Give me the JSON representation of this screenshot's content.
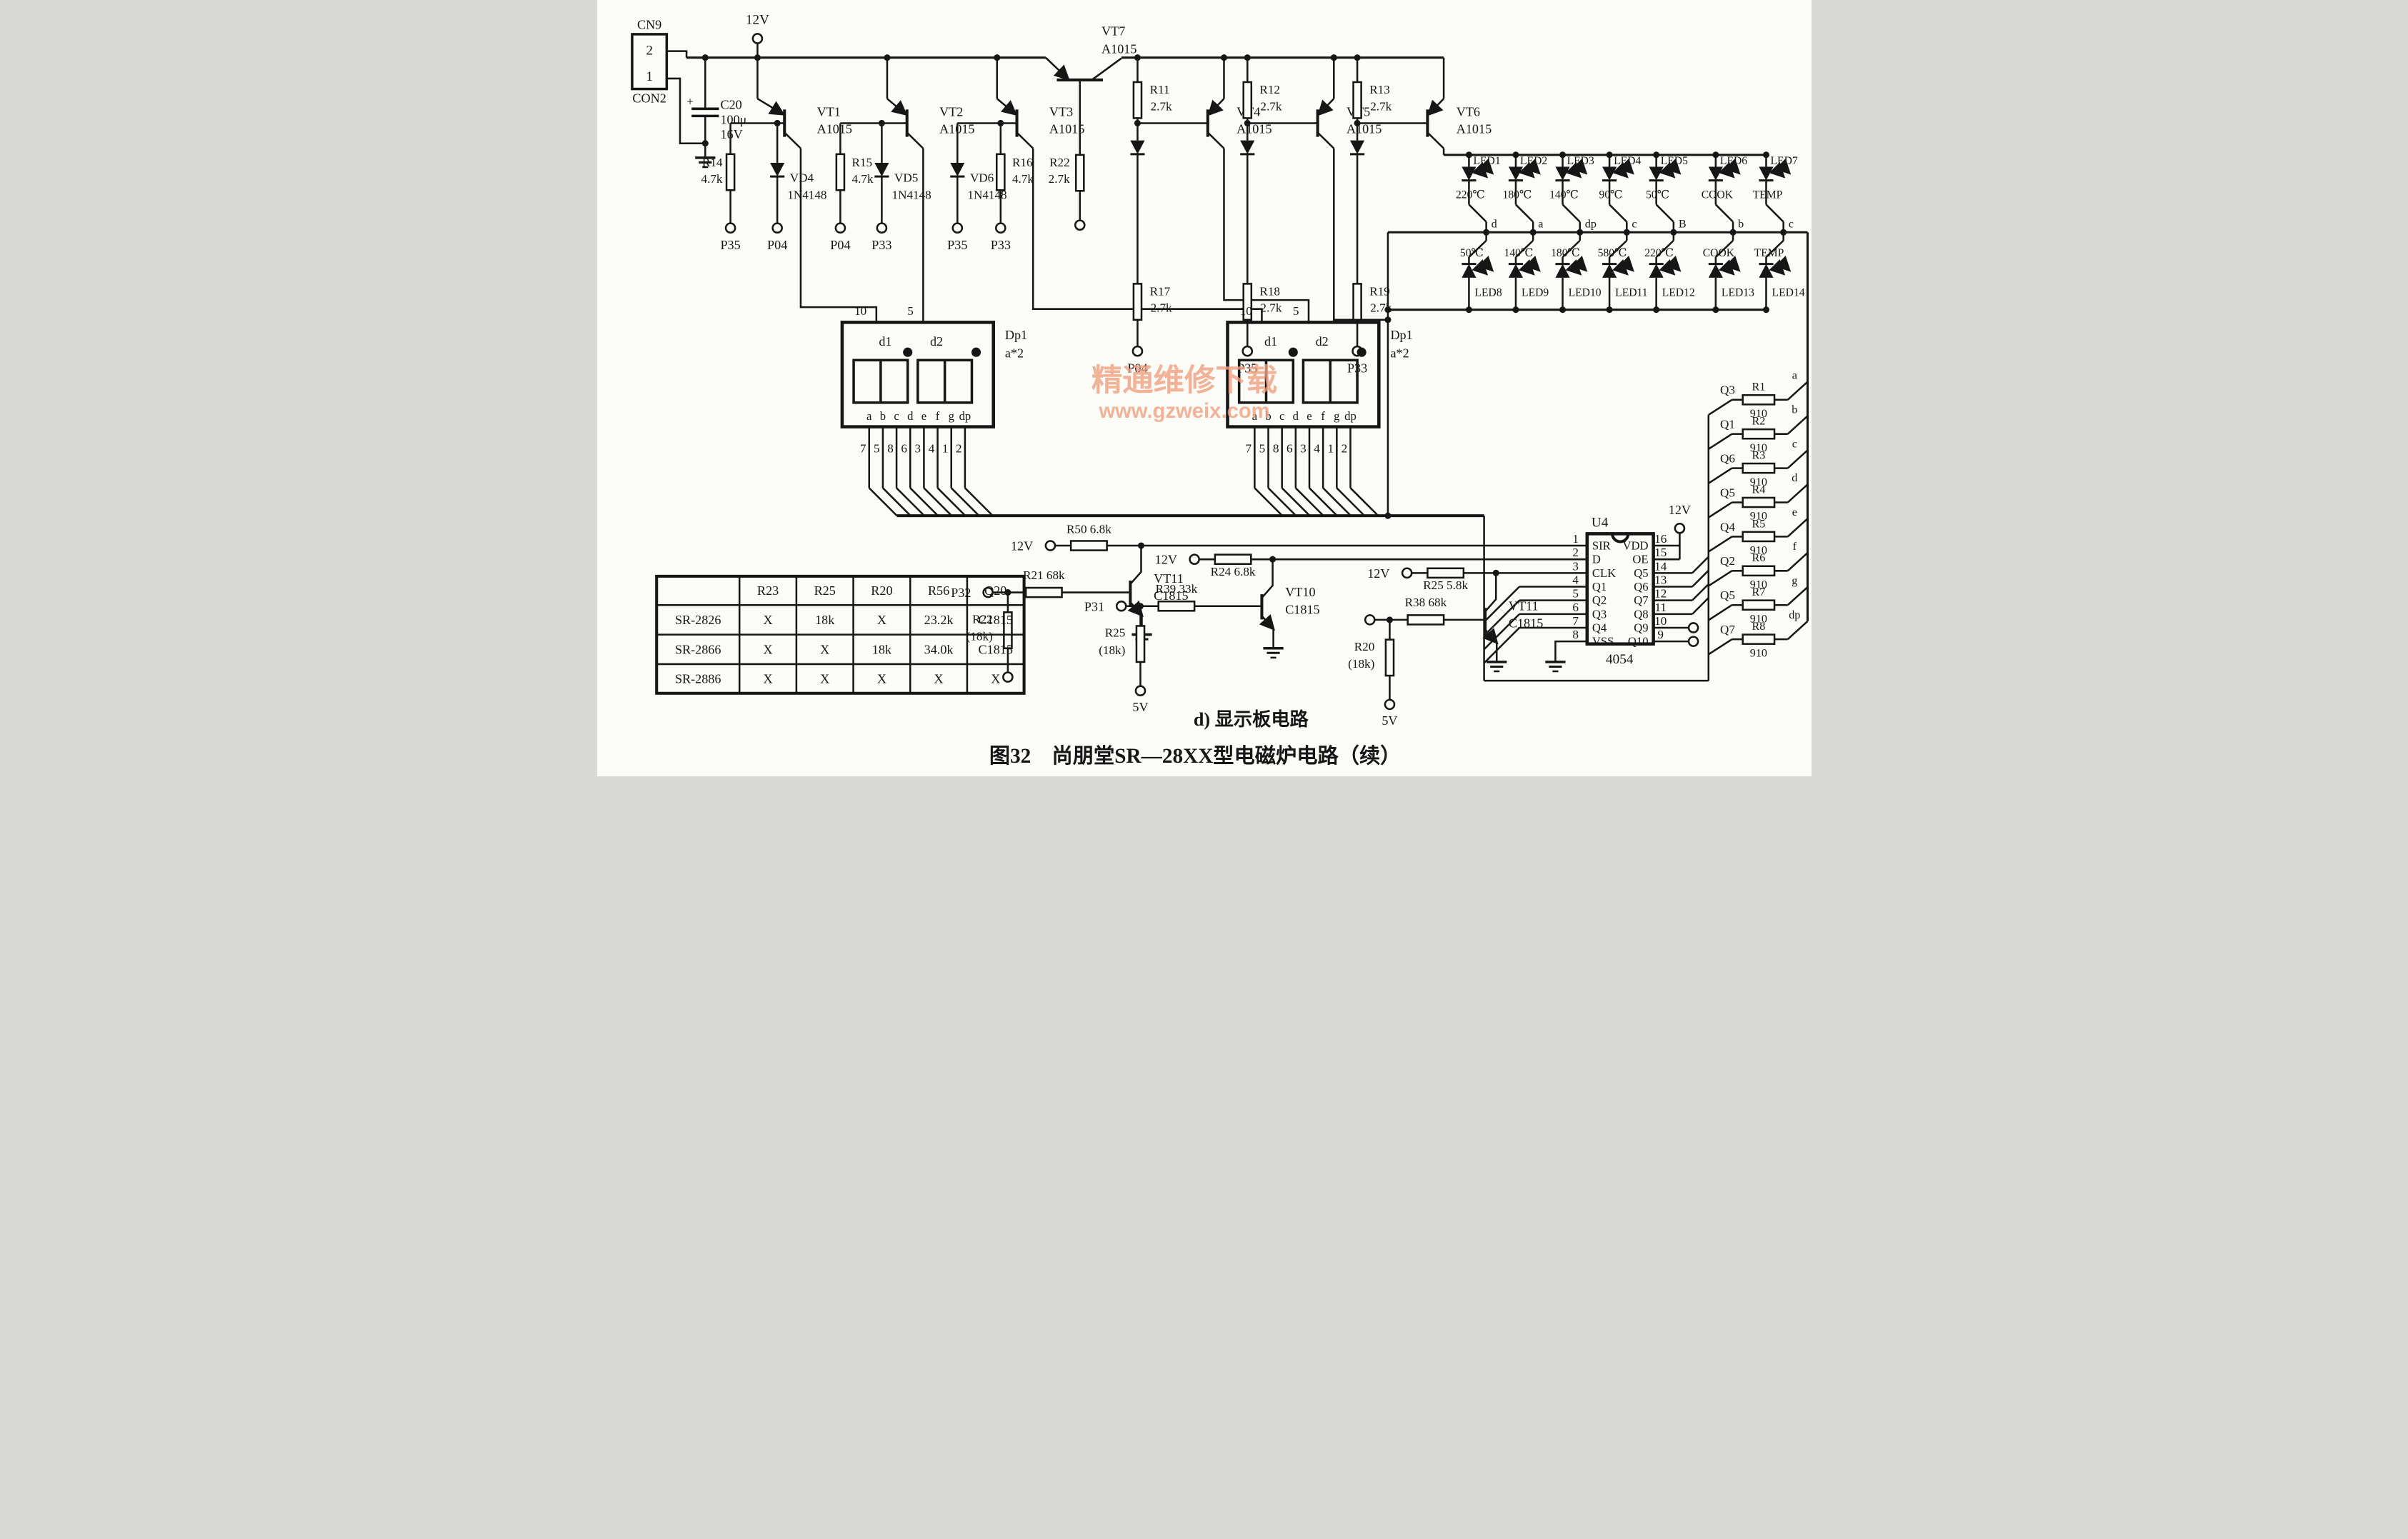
{
  "figure": {
    "section_caption": "d) 显示板电路",
    "title": "图32　尚朋堂SR—28XX型电磁炉电路（续）"
  },
  "watermark": {
    "line1": "精通维修下载",
    "line2": "www.gzweix.com"
  },
  "connector": {
    "ref": "CN9",
    "pin_top": "2",
    "pin_bottom": "1",
    "type": "CON2"
  },
  "capacitor": {
    "ref": "C20",
    "value": "100μ",
    "voltage": "16V",
    "polarity": "+"
  },
  "supplies": {
    "v12": "12V",
    "v5": "5V"
  },
  "left_drivers": [
    {
      "ref": "VT1",
      "part": "A1015",
      "items": [
        {
          "kind": "res",
          "ref": "R14",
          "val": "4.7k",
          "term": "P35",
          "side": "left"
        },
        {
          "kind": "diode",
          "ref": "VD4",
          "val": "1N4148",
          "term": "P04"
        }
      ]
    },
    {
      "ref": "VT2",
      "part": "A1015",
      "items": [
        {
          "kind": "res",
          "ref": "R15",
          "val": "4.7k",
          "term": "P04",
          "side": "right"
        },
        {
          "kind": "diode",
          "ref": "VD5",
          "val": "1N4148",
          "term": "P33"
        }
      ]
    },
    {
      "ref": "VT3",
      "part": "A1015",
      "items": [
        {
          "kind": "diode",
          "ref": "VD6",
          "val": "1N4148",
          "term": "P35"
        },
        {
          "kind": "res",
          "ref": "R16",
          "val": "4.7k",
          "term": "P33",
          "side": "right"
        }
      ]
    }
  ],
  "series_switch": {
    "ref": "VT7",
    "part": "A1015",
    "res": {
      "ref": "R22",
      "val": "2.7k"
    }
  },
  "right_drivers": [
    {
      "ref": "VT4",
      "part": "A1015",
      "top_res": {
        "ref": "R11",
        "val": "2.7k"
      },
      "bottom_res": {
        "ref": "R17",
        "val": "2.7k"
      },
      "term": "P04"
    },
    {
      "ref": "VT5",
      "part": "A1015",
      "top_res": {
        "ref": "R12",
        "val": "2.7k"
      },
      "bottom_res": {
        "ref": "R18",
        "val": "2.7k"
      },
      "term": "P35"
    },
    {
      "ref": "VT6",
      "part": "A1015",
      "top_res": {
        "ref": "R13",
        "val": "2.7k"
      },
      "bottom_res": {
        "ref": "R19",
        "val": "2.7k"
      },
      "term": "P33"
    }
  ],
  "led_bank_top": [
    {
      "ref": "LED1",
      "temp": "220℃",
      "seg": "d"
    },
    {
      "ref": "LED2",
      "temp": "180℃",
      "seg": "a"
    },
    {
      "ref": "LED3",
      "temp": "140℃",
      "seg": "dp"
    },
    {
      "ref": "LED4",
      "temp": "90℃",
      "seg": "c"
    },
    {
      "ref": "LED5",
      "temp": "50℃",
      "seg": "B"
    },
    {
      "ref": "LED6",
      "temp": "COOK",
      "seg": "b"
    },
    {
      "ref": "LED7",
      "temp": "TEMP",
      "seg": "c"
    }
  ],
  "led_bank_bottom": [
    {
      "ref": "LED8",
      "temp": "50℃"
    },
    {
      "ref": "LED9",
      "temp": "140℃"
    },
    {
      "ref": "LED10",
      "temp": "180℃"
    },
    {
      "ref": "LED11",
      "temp": "580℃"
    },
    {
      "ref": "LED12",
      "temp": "220℃"
    },
    {
      "ref": "LED13",
      "temp": "COOK"
    },
    {
      "ref": "LED14",
      "temp": "TEMP"
    }
  ],
  "display": {
    "ref": "Dp1",
    "mult": "a*2",
    "digit1": "d1",
    "digit2": "d2",
    "top_pin_left": "10",
    "top_pin_right": "5",
    "segment_letters": [
      "a",
      "b",
      "c",
      "d",
      "e",
      "f",
      "g",
      "dp"
    ],
    "pin_numbers": [
      "7",
      "5",
      "8",
      "6",
      "3",
      "4",
      "1",
      "2"
    ]
  },
  "amplifiers": [
    {
      "vt": "VT11",
      "part": "C1815",
      "pull_res": "R50 6.8k",
      "in_res": "R21 68k",
      "in_term": "P32",
      "down_ref": "R22",
      "down_val": "(18k)",
      "down_term": "",
      "supply": "12V"
    },
    {
      "vt": "VT10",
      "part": "C1815",
      "pull_res": "R24 6.8k",
      "in_res": "R39 33k",
      "in_term": "P31",
      "down_ref": "R25",
      "down_val": "(18k)",
      "down_term": "5V",
      "supply": "12V"
    },
    {
      "vt": "VT11",
      "part": "C1815",
      "pull_res": "R25 5.8k",
      "in_res": "R38 68k",
      "in_term": "",
      "down_ref": "R20",
      "down_val": "(18k)",
      "down_term": "5V",
      "supply": "12V"
    }
  ],
  "u4": {
    "ref": "U4",
    "part": "4054",
    "supply": "12V",
    "left_pins": [
      [
        "1",
        "SIR"
      ],
      [
        "2",
        "D"
      ],
      [
        "3",
        "CLK"
      ],
      [
        "4",
        "Q1"
      ],
      [
        "5",
        "Q2"
      ],
      [
        "6",
        "Q3"
      ],
      [
        "7",
        "Q4"
      ],
      [
        "8",
        "VSS"
      ]
    ],
    "right_pins": [
      [
        "16",
        "VDD"
      ],
      [
        "15",
        "OE"
      ],
      [
        "14",
        "Q5"
      ],
      [
        "13",
        "Q6"
      ],
      [
        "12",
        "Q7"
      ],
      [
        "11",
        "Q8"
      ],
      [
        "10",
        "Q9"
      ],
      [
        "9",
        "Q10"
      ]
    ]
  },
  "ladder": [
    [
      "Q3",
      "R1",
      "910",
      "a"
    ],
    [
      "Q1",
      "R2",
      "910",
      "b"
    ],
    [
      "Q6",
      "R3",
      "910",
      "c"
    ],
    [
      "Q5",
      "R4",
      "910",
      "d"
    ],
    [
      "Q4",
      "R5",
      "910",
      "e"
    ],
    [
      "Q2",
      "R6",
      "910",
      "f"
    ],
    [
      "Q5",
      "R7",
      "910",
      "g"
    ],
    [
      "Q7",
      "R8",
      "910",
      "dp"
    ]
  ],
  "table": {
    "headers": [
      "",
      "R23",
      "R25",
      "R20",
      "R56",
      "Q20"
    ],
    "rows": [
      [
        "SR-2826",
        "X",
        "18k",
        "X",
        "23.2k",
        "C1815"
      ],
      [
        "SR-2866",
        "X",
        "X",
        "18k",
        "34.0k",
        "C1815"
      ],
      [
        "SR-2886",
        "X",
        "X",
        "X",
        "X",
        "X"
      ]
    ]
  }
}
